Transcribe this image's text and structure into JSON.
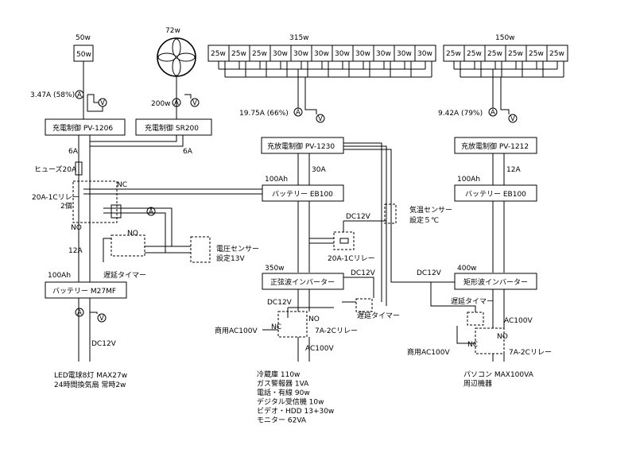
{
  "top": {
    "lamp_left_total": "50w",
    "lamp_left_cell": "50w",
    "fan_power": "72w",
    "mid_group_total": "315w",
    "mid_group_cells": [
      "25w",
      "25w",
      "25w",
      "30w",
      "30w",
      "30w",
      "30w",
      "30w",
      "30w",
      "30w",
      "30w"
    ],
    "right_group_total": "150w",
    "right_group_cells": [
      "25w",
      "25w",
      "25w",
      "25w",
      "25w",
      "25w"
    ]
  },
  "meters": {
    "a_symbol": "A",
    "v_symbol": "V",
    "left_current": "3.47A (58%)",
    "wind_power": "200w",
    "mid_current": "19.75A (66%)",
    "right_current": "9.42A (79%)"
  },
  "controllers": {
    "pv1206": "充電制御 PV-1206",
    "sr200": "充電制御 SR200",
    "pv1230": "充放電制御 PV-1230",
    "pv1212": "充放電制御 PV-1212"
  },
  "left_branch": {
    "current_6a_left": "6A",
    "current_6a_right": "6A",
    "fuse": "ヒューズ20A",
    "relay": "20A-1Cリレー",
    "relay_qty": "2個",
    "nc": "NC",
    "no": "NO",
    "no_lower": "NO",
    "voltage_sensor": "電圧センサー",
    "voltage_setting": "設定13V",
    "delay_timer": "遅延タイマー",
    "current_12a": "12A",
    "battery_cap": "100Ah",
    "battery": "バッテリー M27MF",
    "dc": "DC12V",
    "load_line1": "LED電球8灯 MAX27w",
    "load_line2": "24時間換気扇 常時2w"
  },
  "mid_branch": {
    "battery_cap": "100Ah",
    "battery": "バッテリー EB100",
    "current_30a": "30A",
    "dc_sensor": "DC12V",
    "relay_small": "20A-1Cリレー",
    "temp_sensor": "気温センサー",
    "temp_setting": "設定５℃",
    "inv_power": "350w",
    "inverter": "正弦波インバーター",
    "dc_inv": "DC12V",
    "dc_relay": "DC12V",
    "delay_timer": "遅延タイマー",
    "mains": "商用AC100V",
    "nc": "NC",
    "no": "NO",
    "relay_2c": "7A-2Cリレー",
    "ac_out": "AC100V",
    "loads": [
      "冷蔵庫 110w",
      "ガス警報器 1VA",
      "電話・有線 90w",
      "デジタル受信機 10w",
      "ビデオ・HDD 13+30w",
      "モニター 62VA"
    ]
  },
  "right_branch": {
    "current_12a": "12A",
    "battery_cap": "100Ah",
    "battery": "バッテリー EB100",
    "dc": "DC12V",
    "inv_power": "400w",
    "inverter": "矩形波インバーター",
    "delay_timer": "遅延タイマー",
    "ac_in": "AC100V",
    "mains": "商用AC100V",
    "nc": "NC",
    "no": "NO",
    "relay_2c": "7A-2Cリレー",
    "loads": [
      "パソコン MAX100VA",
      "周辺機器"
    ]
  }
}
